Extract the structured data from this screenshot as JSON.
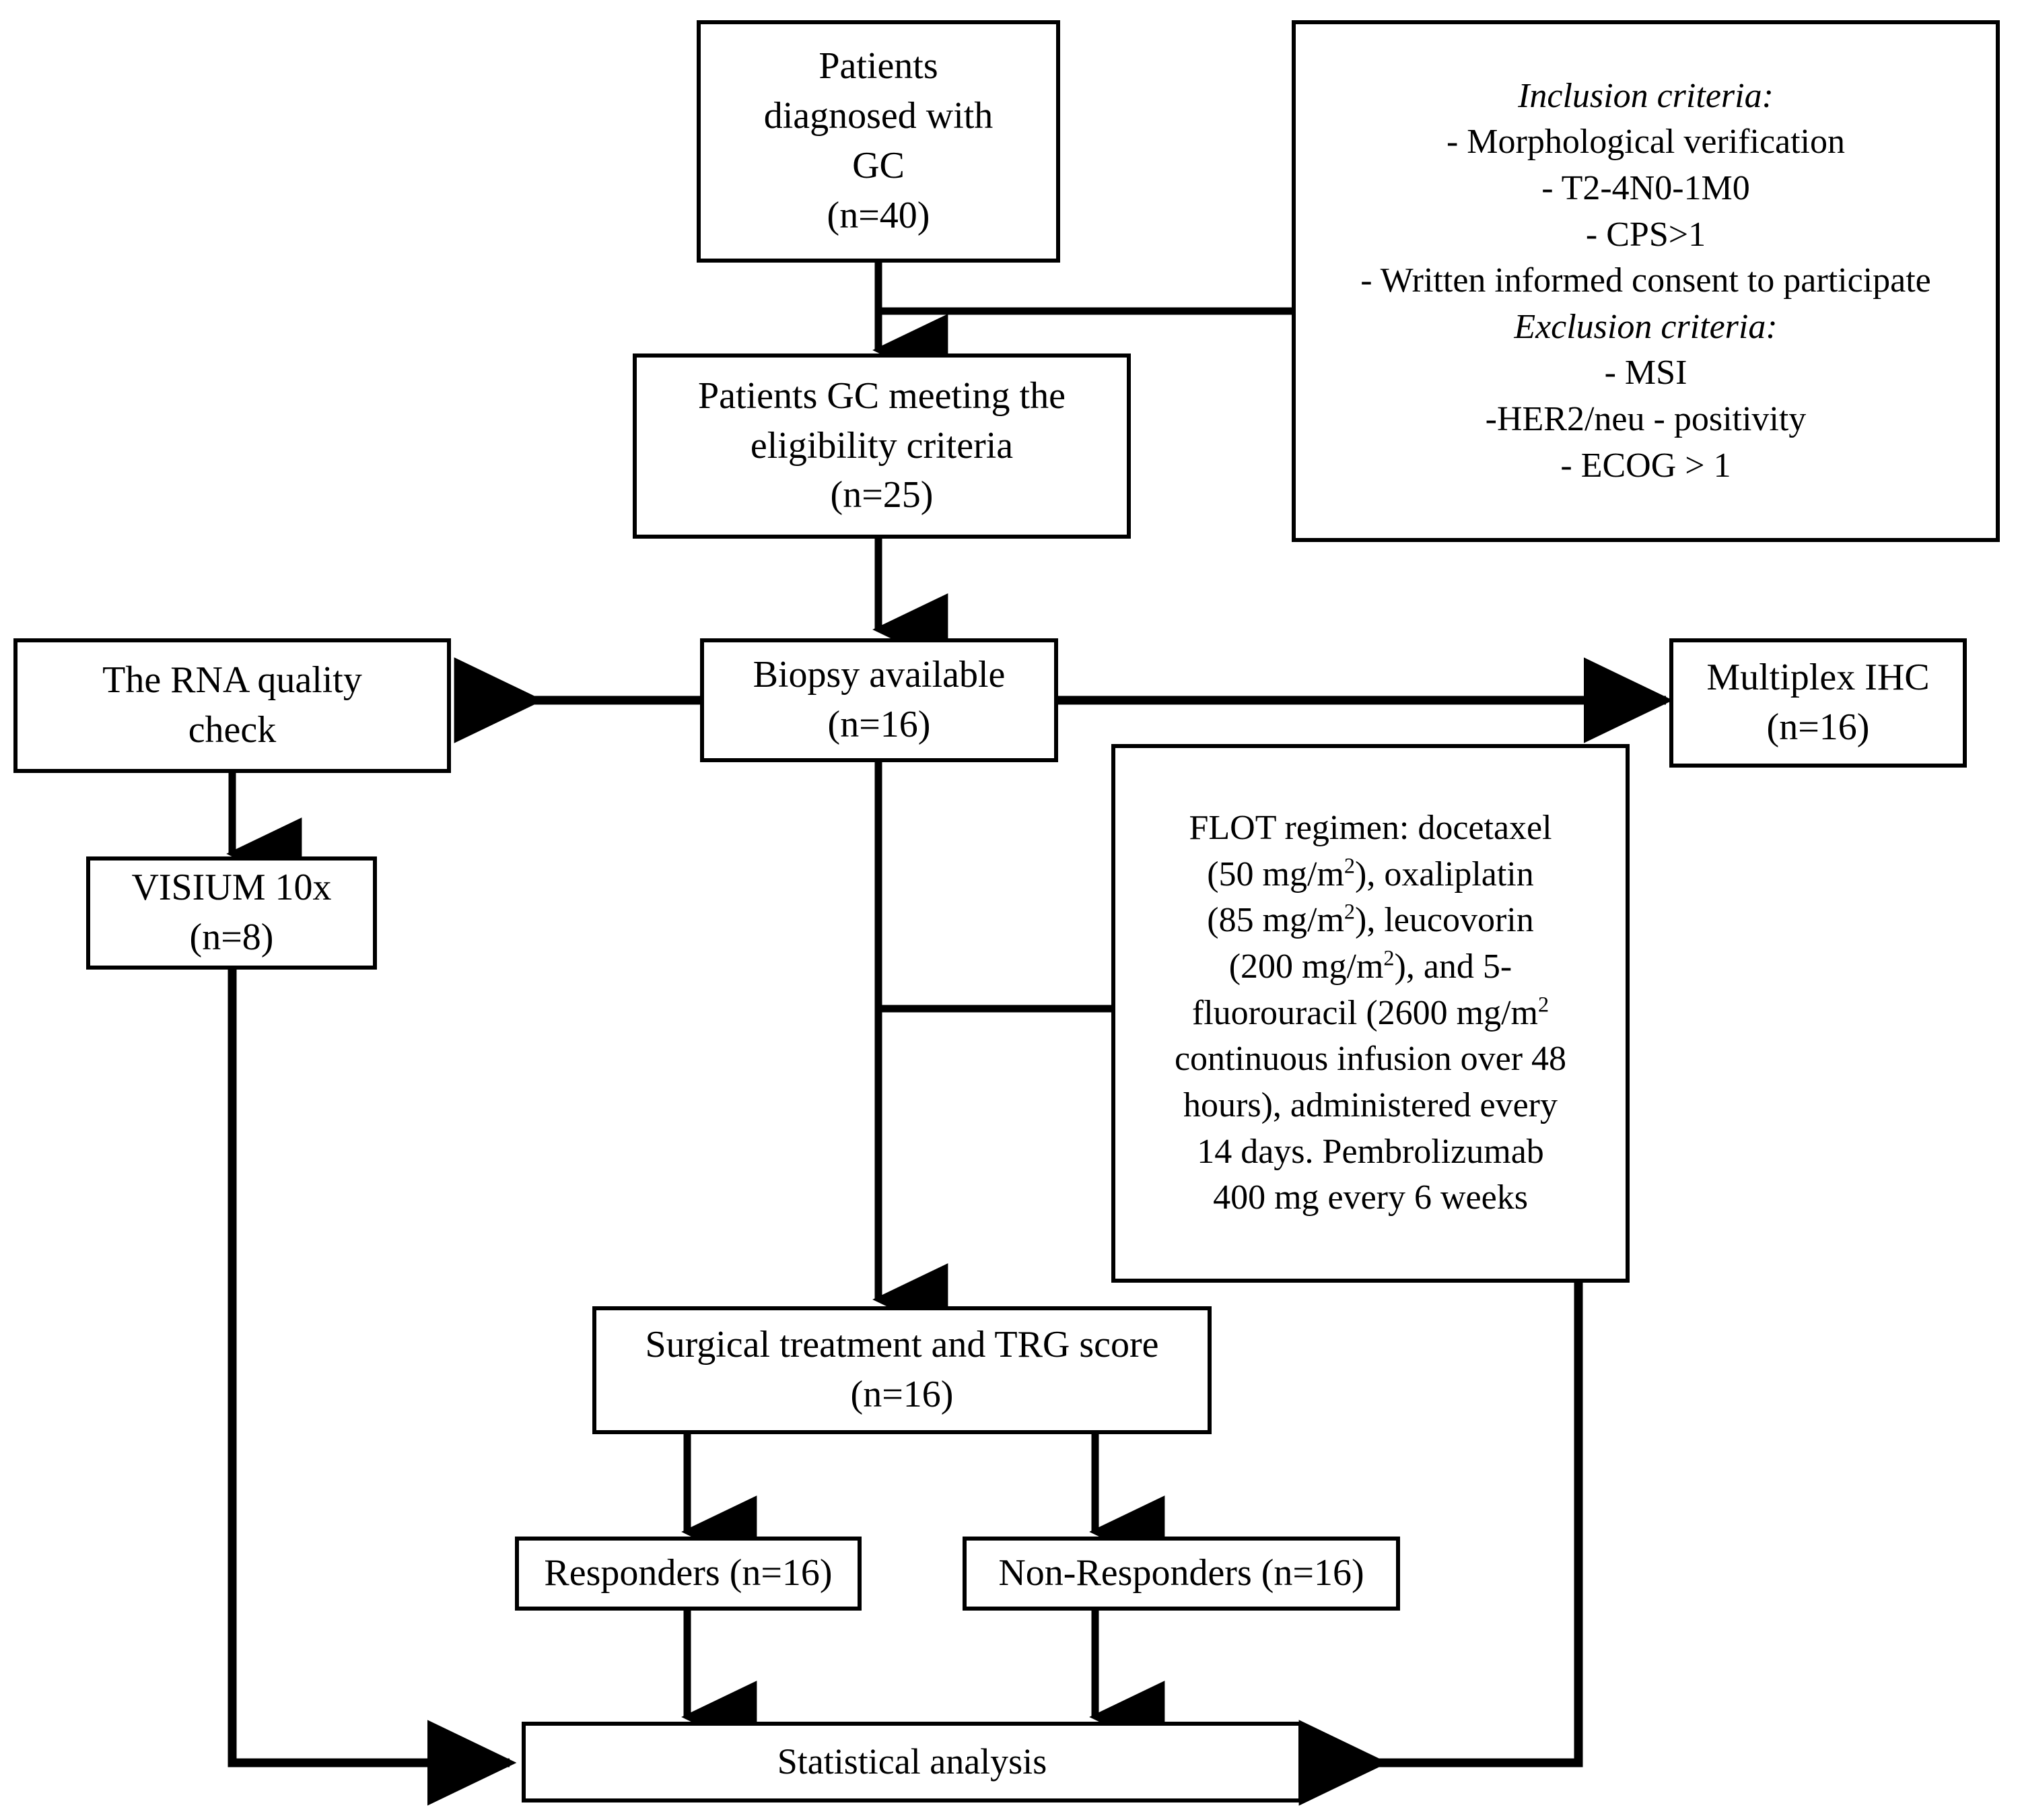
{
  "diagram": {
    "title": "Study flow diagram (gastric cancer neoadjuvant FLOT + pembrolizumab)",
    "type": "flowchart"
  },
  "nodes": {
    "patients_diagnosed": {
      "line1": "Patients",
      "line2": "diagnosed with",
      "line3": "GC",
      "line4": "(n=40)"
    },
    "criteria": {
      "inclusion_heading": "Inclusion criteria:",
      "inclusion_items": [
        "- Morphological verification",
        "- T2-4N0-1M0",
        "- CPS>1",
        "- Written informed consent to participate"
      ],
      "exclusion_heading": "Exclusion criteria:",
      "exclusion_items": [
        "- MSI",
        "-HER2/neu - positivity",
        "- ECOG > 1"
      ]
    },
    "eligible": {
      "line1": "Patients GC meeting the",
      "line2": "eligibility criteria",
      "line3": "(n=25)"
    },
    "rna_quality": {
      "line1": "The RNA quality",
      "line2": "check"
    },
    "biopsy": {
      "line1": "Biopsy available",
      "line2": "(n=16)"
    },
    "multiplex_ihc": {
      "line1": "Multiplex IHC",
      "line2": "(n=16)"
    },
    "visium": {
      "line1": "VISIUM 10x",
      "line2": "(n=8)"
    },
    "flot": {
      "l1": "FLOT regimen: docetaxel",
      "l2a": "(50 mg/m",
      "l2b": "), oxaliplatin",
      "l3a": "(85 mg/m",
      "l3b": "), leucovorin",
      "l4a": "(200 mg/m",
      "l4b": "), and 5-",
      "l5a": "fluorouracil (2600 mg/m",
      "l6": "continuous infusion over 48",
      "l7": "hours), administered every",
      "l8": "14 days. Pembrolizumab",
      "l9": "400 mg every 6 weeks",
      "sup": "2"
    },
    "surgical": {
      "line1": "Surgical treatment and TRG score",
      "line2": "(n=16)"
    },
    "responders": {
      "label": "Responders (n=16)"
    },
    "non_responders": {
      "label": "Non-Responders (n=16)"
    },
    "statistical": {
      "label": "Statistical analysis"
    }
  },
  "colors": {
    "stroke": "#000000",
    "background": "#ffffff",
    "text": "#000000"
  }
}
